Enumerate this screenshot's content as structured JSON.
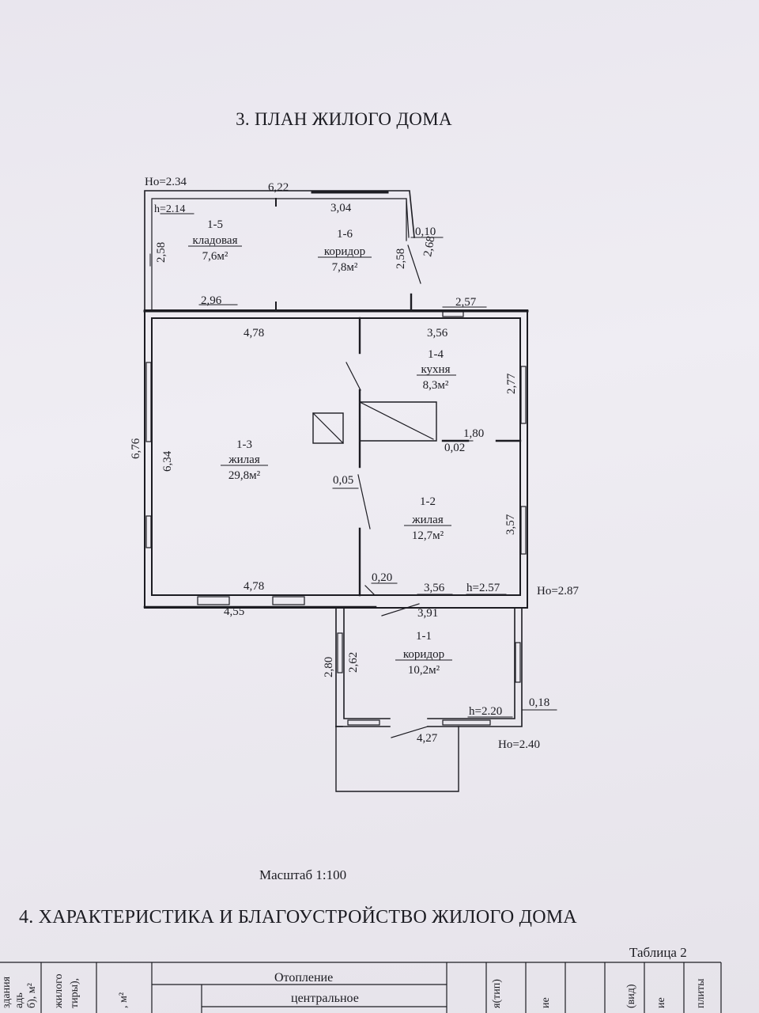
{
  "plan": {
    "title": "3. ПЛАН ЖИЛОГО ДОМА",
    "scale_label": "Масштаб 1:100",
    "heights": {
      "ho_top_left": "Hо=2.34",
      "h_storage": "h=2.14",
      "ho_main_right": "Hо=2.87",
      "h_main": "h=2.57",
      "h_entry": "h=2.20",
      "ho_entry": "Hо=2.40"
    },
    "rooms": [
      {
        "id": "1-5",
        "name": "кладовая",
        "area": "7,6м²"
      },
      {
        "id": "1-6",
        "name": "коридор",
        "area": "7,8м²"
      },
      {
        "id": "1-4",
        "name": "кухня",
        "area": "8,3м²"
      },
      {
        "id": "1-3",
        "name": "жилая",
        "area": "29,8м²"
      },
      {
        "id": "1-2",
        "name": "жилая",
        "area": "12,7м²"
      },
      {
        "id": "1-1",
        "name": "коридор",
        "area": "10,2м²"
      }
    ],
    "dimensions": {
      "top_total": "6,22",
      "top_right": "3,04",
      "wall_010": "0,10",
      "left_258": "2,58",
      "right_258": "2,58",
      "right_268": "2,68",
      "bottom_296": "2,96",
      "right_257": "2,57",
      "inner_478_top": "4,78",
      "inner_356_top": "3,56",
      "right_277": "2,77",
      "mid_180": "1,80",
      "wall_002": "0,02",
      "outer_676": "6,76",
      "inner_634": "6,34",
      "wall_005": "0,05",
      "right_357": "3,57",
      "wall_020": "0,20",
      "inner_478_bottom": "4,78",
      "inner_356_bottom": "3,56",
      "outer_455": "4,55",
      "entry_391": "3,91",
      "entry_280": "2,80",
      "entry_262": "2,62",
      "wall_018": "0,18",
      "entry_427": "4,27"
    }
  },
  "section4": {
    "title": "4. ХАРАКТЕРИСТИКА И БЛАГОУСТРОЙСТВО ЖИЛОГО ДОМА",
    "table_caption": "Таблица 2",
    "headers": {
      "heating": "Отопление",
      "central": "центральное",
      "col1_line1": "здания",
      "col1_line2": "адь",
      "col1_line3": "б), м²",
      "col2_line1": "жилого",
      "col2_line2": "тиры),",
      "col3": ", м²",
      "col_type": "я(тип)",
      "col_ie1": "ие",
      "col_vid": "(вид)",
      "col_ie2": "ие",
      "col_plity": "плиты"
    }
  }
}
